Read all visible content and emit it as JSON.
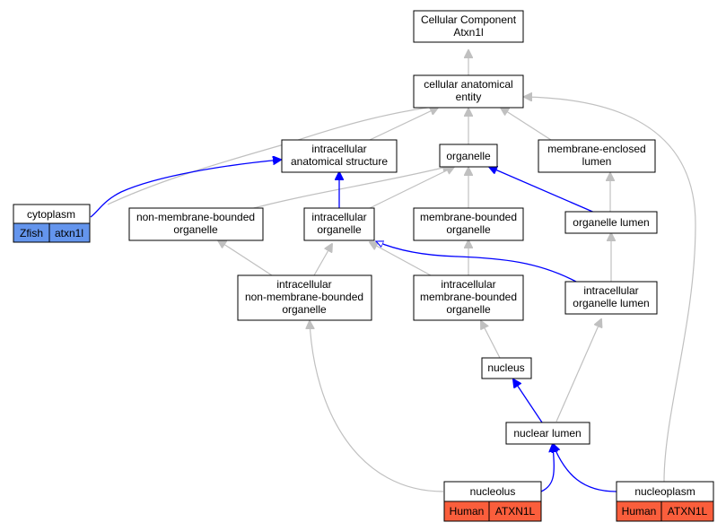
{
  "colors": {
    "is_a_edge": "#c0c0c0",
    "part_of_edge": "#0000ff",
    "zfish_cell": "#6495ed",
    "human_cell": "#fa5e3c"
  },
  "nodes": {
    "root": {
      "lines": [
        "Cellular Component",
        "Atxn1l"
      ]
    },
    "cae": {
      "lines": [
        "cellular anatomical",
        "entity"
      ]
    },
    "ias": {
      "lines": [
        "intracellular",
        "anatomical structure"
      ]
    },
    "org": {
      "lines": [
        "organelle"
      ]
    },
    "mel": {
      "lines": [
        "membrane-enclosed",
        "lumen"
      ]
    },
    "cyto": {
      "lines": [
        "cytoplasm"
      ],
      "species": "Zfish",
      "gene": "atxn1l"
    },
    "nmbo": {
      "lines": [
        "non-membrane-bounded",
        "organelle"
      ]
    },
    "io": {
      "lines": [
        "intracellular",
        "organelle"
      ]
    },
    "mbo": {
      "lines": [
        "membrane-bounded",
        "organelle"
      ]
    },
    "ol": {
      "lines": [
        "organelle lumen"
      ]
    },
    "inmbo": {
      "lines": [
        "intracellular",
        "non-membrane-bounded",
        "organelle"
      ]
    },
    "imbo": {
      "lines": [
        "intracellular",
        "membrane-bounded",
        "organelle"
      ]
    },
    "iol": {
      "lines": [
        "intracellular",
        "organelle lumen"
      ]
    },
    "nuc": {
      "lines": [
        "nucleus"
      ]
    },
    "nl": {
      "lines": [
        "nuclear lumen"
      ]
    },
    "nucleolus": {
      "lines": [
        "nucleolus"
      ],
      "species": "Human",
      "gene": "ATXN1L"
    },
    "nucleoplasm": {
      "lines": [
        "nucleoplasm"
      ],
      "species": "Human",
      "gene": "ATXN1L"
    }
  }
}
